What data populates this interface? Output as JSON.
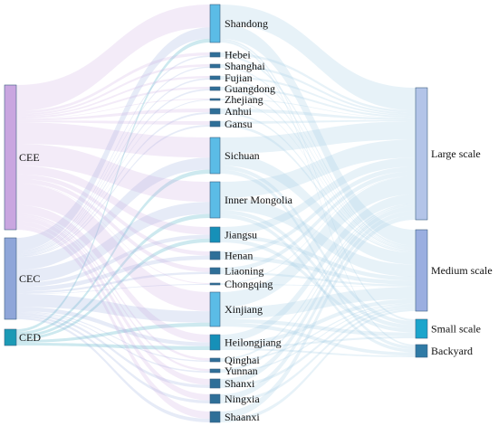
{
  "colors": {
    "CEE": "#c9a6e0",
    "CEC": "#8fa6d9",
    "CED": "#1b9ab5",
    "province_light": "#5bbce6",
    "province_dark": "#2f6f98",
    "Large scale": "#b3c4e8",
    "Medium scale": "#9aaee0",
    "Small scale": "#1ba5cc",
    "Backyard": "#2f7aa5"
  },
  "left_nodes": [
    {
      "name": "CEE",
      "label": "CEE"
    },
    {
      "name": "CEC",
      "label": "CEC"
    },
    {
      "name": "CED",
      "label": "CED"
    }
  ],
  "middle_nodes": [
    {
      "name": "Shandong",
      "label": "Shandong",
      "tone": "light"
    },
    {
      "name": "Hebei",
      "label": "Hebei",
      "tone": "dark"
    },
    {
      "name": "Shanghai",
      "label": "Shanghai",
      "tone": "dark"
    },
    {
      "name": "Fujian",
      "label": "Fujian",
      "tone": "dark"
    },
    {
      "name": "Guangdong",
      "label": "Guangdong",
      "tone": "dark"
    },
    {
      "name": "Zhejiang",
      "label": "Zhejiang",
      "tone": "dark"
    },
    {
      "name": "Anhui",
      "label": "Anhui",
      "tone": "dark"
    },
    {
      "name": "Gansu",
      "label": "Gansu",
      "tone": "dark"
    },
    {
      "name": "Sichuan",
      "label": "Sichuan",
      "tone": "light"
    },
    {
      "name": "Inner Mongolia",
      "label": "Inner Mongolia",
      "tone": "light"
    },
    {
      "name": "Jiangsu",
      "label": "Jiangsu",
      "tone": "teal"
    },
    {
      "name": "Henan",
      "label": "Henan",
      "tone": "dark"
    },
    {
      "name": "Liaoning",
      "label": "Liaoning",
      "tone": "dark"
    },
    {
      "name": "Chongqing",
      "label": "Chongqing",
      "tone": "dark"
    },
    {
      "name": "Xinjiang",
      "label": "Xinjiang",
      "tone": "light"
    },
    {
      "name": "Heilongjiang",
      "label": "Heilongjiang",
      "tone": "teal"
    },
    {
      "name": "Qinghai",
      "label": "Qinghai",
      "tone": "dark"
    },
    {
      "name": "Yunnan",
      "label": "Yunnan",
      "tone": "dark"
    },
    {
      "name": "Shanxi",
      "label": "Shanxi",
      "tone": "dark"
    },
    {
      "name": "Ningxia",
      "label": "Ningxia",
      "tone": "dark"
    },
    {
      "name": "Shaanxi",
      "label": "Shaanxi",
      "tone": "dark"
    }
  ],
  "right_nodes": [
    {
      "name": "Large scale",
      "label": "Large scale"
    },
    {
      "name": "Medium scale",
      "label": "Medium scale"
    },
    {
      "name": "Small scale",
      "label": "Small scale"
    },
    {
      "name": "Backyard",
      "label": "Backyard"
    }
  ],
  "links_left": [
    [
      "CEE",
      "Shandong",
      6
    ],
    [
      "CEC",
      "Shandong",
      3
    ],
    [
      "CED",
      "Shandong",
      1
    ],
    [
      "CEE",
      "Hebei",
      0.6
    ],
    [
      "CEC",
      "Hebei",
      0.3
    ],
    [
      "CEE",
      "Shanghai",
      0.4
    ],
    [
      "CEC",
      "Shanghai",
      0.2
    ],
    [
      "CEE",
      "Fujian",
      0.3
    ],
    [
      "CEC",
      "Fujian",
      0.2
    ],
    [
      "CEE",
      "Guangdong",
      0.4
    ],
    [
      "CEC",
      "Guangdong",
      0.3
    ],
    [
      "CEE",
      "Zhejiang",
      0.1
    ],
    [
      "CEC",
      "Zhejiang",
      0.1
    ],
    [
      "CEE",
      "Anhui",
      0.4
    ],
    [
      "CEC",
      "Anhui",
      0.2
    ],
    [
      "CEE",
      "Gansu",
      0.4
    ],
    [
      "CEC",
      "Gansu",
      0.2
    ],
    [
      "CEE",
      "Sichuan",
      5
    ],
    [
      "CEC",
      "Sichuan",
      3
    ],
    [
      "CED",
      "Sichuan",
      1
    ],
    [
      "CEE",
      "Inner Mongolia",
      5
    ],
    [
      "CEC",
      "Inner Mongolia",
      3
    ],
    [
      "CED",
      "Inner Mongolia",
      1
    ],
    [
      "CEE",
      "Jiangsu",
      2
    ],
    [
      "CEC",
      "Jiangsu",
      1
    ],
    [
      "CED",
      "Jiangsu",
      1
    ],
    [
      "CEE",
      "Henan",
      1
    ],
    [
      "CEC",
      "Henan",
      1
    ],
    [
      "CEE",
      "Liaoning",
      1
    ],
    [
      "CEC",
      "Liaoning",
      0.5
    ],
    [
      "CEE",
      "Chongqing",
      0.1
    ],
    [
      "CEC",
      "Chongqing",
      0.1
    ],
    [
      "CEE",
      "Xinjiang",
      5
    ],
    [
      "CEC",
      "Xinjiang",
      3
    ],
    [
      "CED",
      "Xinjiang",
      1
    ],
    [
      "CEE",
      "Heilongjiang",
      2
    ],
    [
      "CEC",
      "Heilongjiang",
      1
    ],
    [
      "CED",
      "Heilongjiang",
      1
    ],
    [
      "CEE",
      "Qinghai",
      0.4
    ],
    [
      "CEC",
      "Qinghai",
      0.2
    ],
    [
      "CEE",
      "Yunnan",
      0.3
    ],
    [
      "CEC",
      "Yunnan",
      0.2
    ],
    [
      "CEE",
      "Shanxi",
      1
    ],
    [
      "CEC",
      "Shanxi",
      0.5
    ],
    [
      "CEE",
      "Ningxia",
      1
    ],
    [
      "CEC",
      "Ningxia",
      0.5
    ],
    [
      "CEE",
      "Shaanxi",
      1
    ],
    [
      "CEC",
      "Shaanxi",
      0.5
    ]
  ],
  "links_right": [
    [
      "Shandong",
      "Large scale",
      5
    ],
    [
      "Shandong",
      "Medium scale",
      4
    ],
    [
      "Shandong",
      "Small scale",
      0.5
    ],
    [
      "Shandong",
      "Backyard",
      0.5
    ],
    [
      "Hebei",
      "Large scale",
      0.5
    ],
    [
      "Hebei",
      "Medium scale",
      0.4
    ],
    [
      "Shanghai",
      "Large scale",
      0.4
    ],
    [
      "Shanghai",
      "Medium scale",
      0.2
    ],
    [
      "Fujian",
      "Large scale",
      0.3
    ],
    [
      "Fujian",
      "Medium scale",
      0.2
    ],
    [
      "Guangdong",
      "Large scale",
      0.4
    ],
    [
      "Guangdong",
      "Medium scale",
      0.3
    ],
    [
      "Zhejiang",
      "Large scale",
      0.1
    ],
    [
      "Zhejiang",
      "Medium scale",
      0.1
    ],
    [
      "Anhui",
      "Large scale",
      0.4
    ],
    [
      "Anhui",
      "Medium scale",
      0.2
    ],
    [
      "Gansu",
      "Large scale",
      0.3
    ],
    [
      "Gansu",
      "Medium scale",
      0.3
    ],
    [
      "Sichuan",
      "Large scale",
      4
    ],
    [
      "Sichuan",
      "Medium scale",
      3
    ],
    [
      "Sichuan",
      "Small scale",
      1
    ],
    [
      "Sichuan",
      "Backyard",
      1
    ],
    [
      "Inner Mongolia",
      "Large scale",
      4
    ],
    [
      "Inner Mongolia",
      "Medium scale",
      3
    ],
    [
      "Inner Mongolia",
      "Small scale",
      1
    ],
    [
      "Inner Mongolia",
      "Backyard",
      1
    ],
    [
      "Jiangsu",
      "Large scale",
      2
    ],
    [
      "Jiangsu",
      "Medium scale",
      1
    ],
    [
      "Jiangsu",
      "Small scale",
      1
    ],
    [
      "Henan",
      "Large scale",
      1
    ],
    [
      "Henan",
      "Medium scale",
      1
    ],
    [
      "Liaoning",
      "Large scale",
      1
    ],
    [
      "Liaoning",
      "Medium scale",
      0.5
    ],
    [
      "Chongqing",
      "Large scale",
      0.1
    ],
    [
      "Chongqing",
      "Medium scale",
      0.1
    ],
    [
      "Xinjiang",
      "Large scale",
      4
    ],
    [
      "Xinjiang",
      "Medium scale",
      3
    ],
    [
      "Xinjiang",
      "Small scale",
      1
    ],
    [
      "Xinjiang",
      "Backyard",
      1
    ],
    [
      "Heilongjiang",
      "Large scale",
      2
    ],
    [
      "Heilongjiang",
      "Medium scale",
      1
    ],
    [
      "Heilongjiang",
      "Small scale",
      0.5
    ],
    [
      "Heilongjiang",
      "Backyard",
      0.5
    ],
    [
      "Qinghai",
      "Large scale",
      0.3
    ],
    [
      "Qinghai",
      "Medium scale",
      0.3
    ],
    [
      "Yunnan",
      "Large scale",
      0.3
    ],
    [
      "Yunnan",
      "Medium scale",
      0.2
    ],
    [
      "Shanxi",
      "Large scale",
      1
    ],
    [
      "Shanxi",
      "Medium scale",
      0.5
    ],
    [
      "Ningxia",
      "Large scale",
      1
    ],
    [
      "Ningxia",
      "Medium scale",
      0.5
    ],
    [
      "Shaanxi",
      "Large scale",
      1
    ],
    [
      "Shaanxi",
      "Medium scale",
      0.5
    ]
  ]
}
